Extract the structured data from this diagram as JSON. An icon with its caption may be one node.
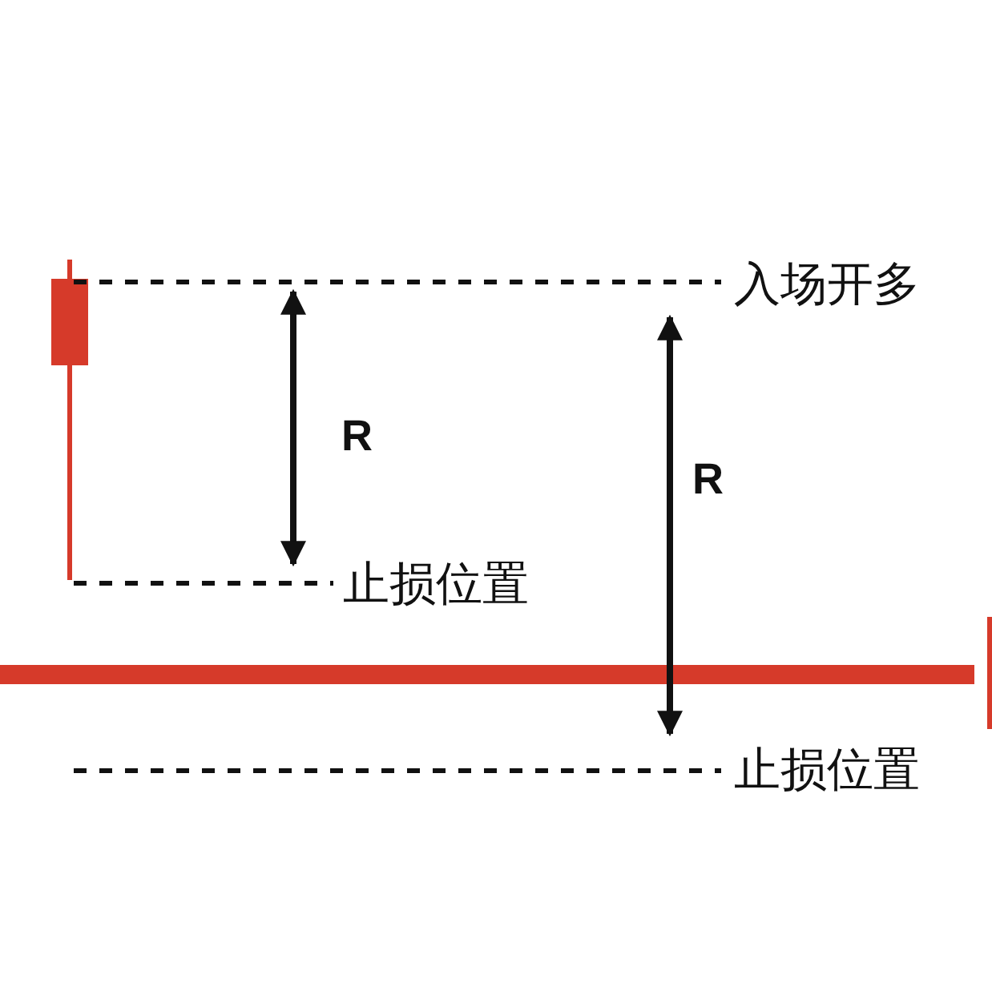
{
  "diagram": {
    "labels": [
      "入场开多",
      "R",
      "R",
      "止损位置",
      "止损位置"
    ]
  }
}
